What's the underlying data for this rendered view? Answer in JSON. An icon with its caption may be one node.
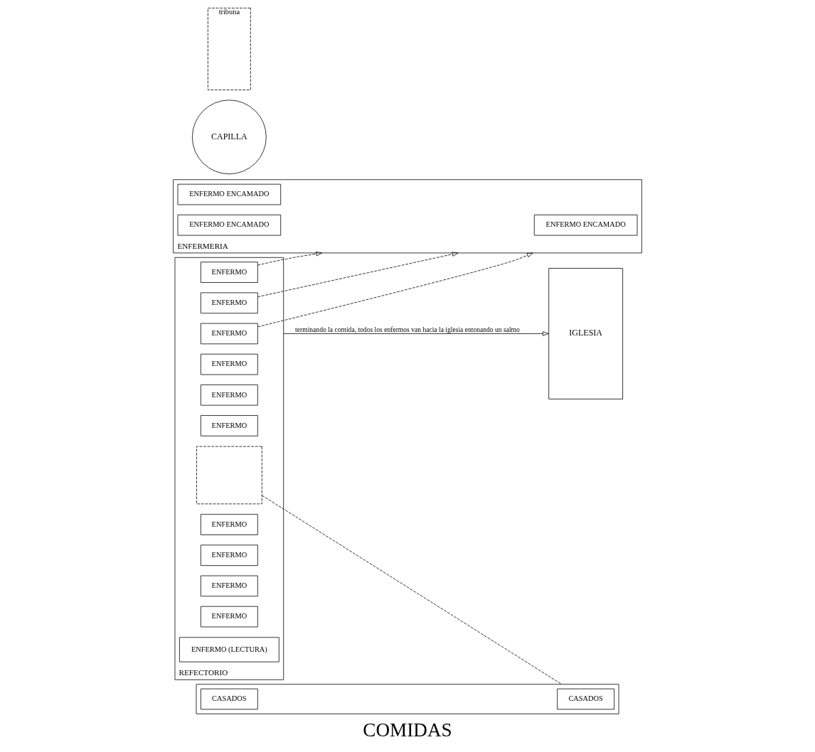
{
  "diagram": {
    "title": "COMIDAS",
    "nodes": [
      {
        "text": [
          "ENFERMERIA"
        ]
      },
      {
        "text": [
          "ENFERMO ENCAMADO"
        ],
        "in": 0
      },
      {
        "text": [
          "ENFERMO ENCAMADO"
        ],
        "in": 0
      },
      {
        "text": [
          "ENFERMO ENCAMADO"
        ],
        "in": 0
      },
      {
        "text": [
          "REFECTORIO"
        ]
      },
      {
        "text": [
          "ENFERMO"
        ],
        "in": 4
      },
      {
        "text": [
          "ENFERMO"
        ],
        "in": 4
      },
      {
        "text": [
          "ENFERMO"
        ],
        "in": 4
      },
      {
        "text": [
          "ENFERMO"
        ],
        "in": 4
      },
      {
        "text": [
          "ENFERMO"
        ],
        "in": 4
      },
      {
        "text": [
          "ENFERMO"
        ],
        "in": 4
      },
      {
        "text": [],
        "shape": "box",
        "in": 4
      },
      {
        "text": [
          "ENFERMO"
        ],
        "in": 4
      },
      {
        "text": [
          "ENFERMO"
        ],
        "in": 4
      },
      {
        "text": [
          "ENFERMO"
        ],
        "in": 4
      },
      {
        "text": [
          "ENFERMO"
        ],
        "in": 4
      },
      {
        "text": [
          "ENFERMO (LECTURA)"
        ],
        "in": 4
      },
      {
        "text": [],
        "shape": "box"
      },
      {
        "text": [
          "CASADOS"
        ],
        "in": 17
      },
      {
        "text": [
          "CASADOS"
        ],
        "in": 17
      },
      {
        "text": [
          "CAPILLA"
        ]
      },
      {
        "text": [
          "IGLESIA"
        ]
      },
      {
        "text": [
          "tribuna"
        ]
      }
    ],
    "edges": [
      {
        "from": 5,
        "to": 0,
        "arrow": "to",
        "style": "dashed"
      },
      {
        "from": 6,
        "to": 0,
        "arrow": "to",
        "style": "dashed"
      },
      {
        "from": 7,
        "to": 0,
        "arrow": "to",
        "style": "dashed"
      },
      {
        "from": 11,
        "to": 17,
        "arrow": "none",
        "style": "dashed"
      },
      {
        "from": 4,
        "to": 21,
        "arrow": "to",
        "label": "terminando la comida, todos los enfermos van hacia la iglesia entonando un salmo"
      }
    ]
  }
}
